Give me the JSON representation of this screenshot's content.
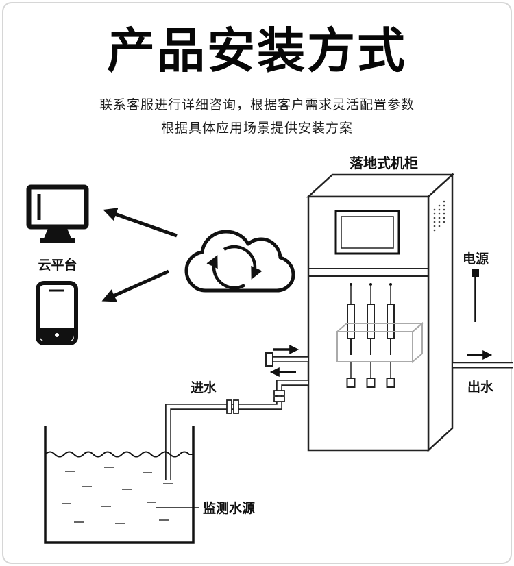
{
  "header": {
    "title": "产品安装方式",
    "subtitle1": "联系客服进行详细咨询，根据客户需求灵活配置参数",
    "subtitle2": "根据具体应用场景提供安装方案"
  },
  "labels": {
    "cabinet": "落地式机柜",
    "cloud_platform": "云平台",
    "power": "电源",
    "water_outlet": "出水",
    "water_inlet": "进水",
    "water_source": "监测水源"
  },
  "icons": {
    "monitor": "monitor-icon",
    "smartphone": "smartphone-icon",
    "cloud_sync": "cloud-sync-icon",
    "power_plug": "power-plug-icon"
  },
  "colors": {
    "ink": "#111111",
    "line": "#222222",
    "light_line": "#aaaaaa",
    "frame": "#d6d6d6",
    "background": "#ffffff"
  }
}
